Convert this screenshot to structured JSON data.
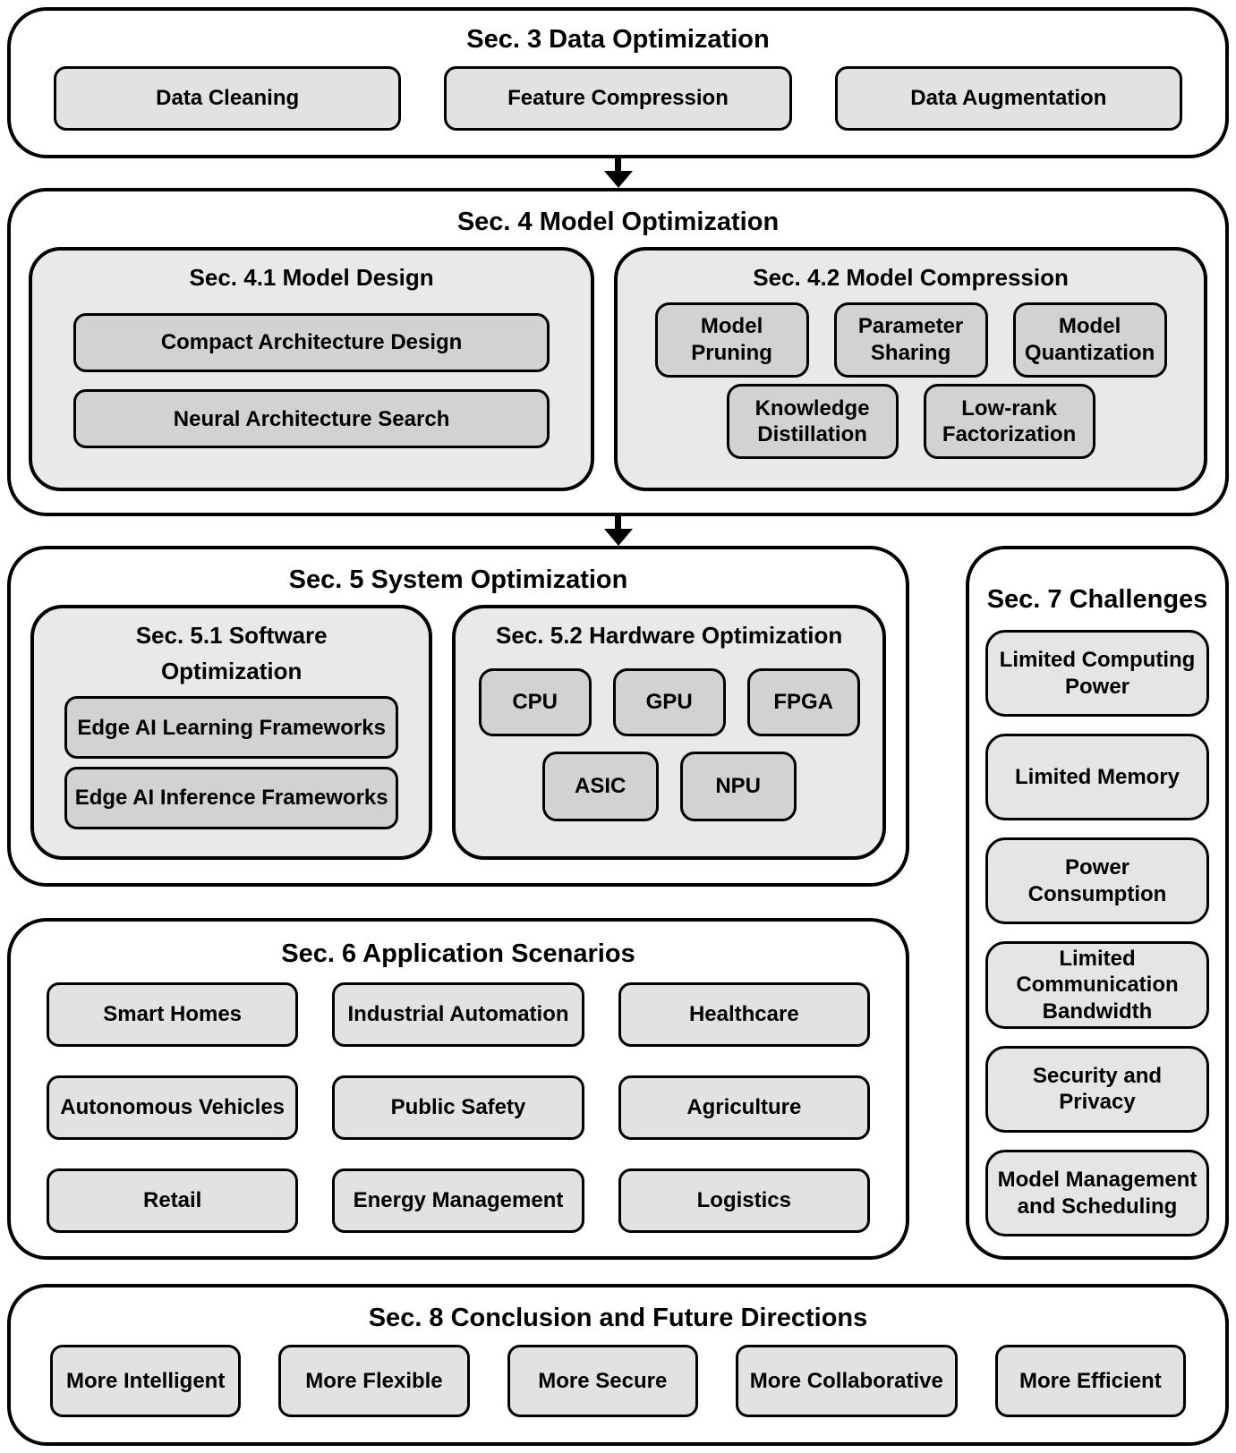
{
  "colors": {
    "page_background": "#ffffff",
    "section_background": "#ffffff",
    "subsection_background": "#e9e9e9",
    "leaf_light": "#e2e2e2",
    "leaf_dark": "#d2d2d2",
    "border": "#000000",
    "text": "#000000"
  },
  "sec3": {
    "title": "Sec. 3 Data Optimization",
    "items": [
      "Data Cleaning",
      "Feature Compression",
      "Data Augmentation"
    ]
  },
  "sec4": {
    "title": "Sec. 4 Model Optimization",
    "sub1": {
      "title": "Sec. 4.1 Model Design",
      "items": [
        "Compact Architecture Design",
        "Neural Architecture Search"
      ]
    },
    "sub2": {
      "title": "Sec. 4.2 Model Compression",
      "row1": [
        "Model Pruning",
        "Parameter Sharing",
        "Model Quantization"
      ],
      "row2": [
        "Knowledge Distillation",
        "Low-rank Factorization"
      ]
    }
  },
  "sec5": {
    "title": "Sec. 5 System Optimization",
    "sub1": {
      "title": "Sec. 5.1 Software Optimization",
      "items": [
        "Edge AI Learning Frameworks",
        "Edge AI Inference Frameworks"
      ]
    },
    "sub2": {
      "title": "Sec. 5.2 Hardware Optimization",
      "row1": [
        "CPU",
        "GPU",
        "FPGA"
      ],
      "row2": [
        "ASIC",
        "NPU"
      ]
    }
  },
  "sec6": {
    "title": "Sec. 6 Application Scenarios",
    "rows": [
      [
        "Smart Homes",
        "Industrial Automation",
        "Healthcare"
      ],
      [
        "Autonomous Vehicles",
        "Public Safety",
        "Agriculture"
      ],
      [
        "Retail",
        "Energy Management",
        "Logistics"
      ]
    ]
  },
  "sec7": {
    "title": "Sec. 7 Challenges",
    "items": [
      "Limited Computing Power",
      "Limited Memory",
      "Power Consumption",
      "Limited Communication Bandwidth",
      "Security and Privacy",
      "Model Management and Scheduling"
    ]
  },
  "sec8": {
    "title": "Sec. 8 Conclusion and Future Directions",
    "items": [
      "More Intelligent",
      "More Flexible",
      "More Secure",
      "More Collaborative",
      "More Efficient"
    ]
  }
}
